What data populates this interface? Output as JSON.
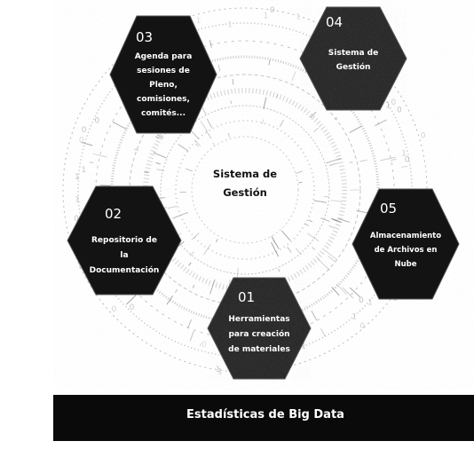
{
  "center": {
    "line1": "Sistema de",
    "line2": "Gestión"
  },
  "nodes": [
    {
      "number": "03",
      "lines": [
        "Agenda para",
        "sesiones de",
        "Pleno,",
        "comisiones,",
        "comités..."
      ],
      "color": "#131313"
    },
    {
      "number": "04",
      "lines": [
        "Sistema de",
        "Gestión"
      ],
      "color": "#2a2a2a"
    },
    {
      "number": "02",
      "lines": [
        "Repositorio de",
        "la",
        "Documentación"
      ],
      "color": "#131313"
    },
    {
      "number": "05",
      "lines": [
        "Almacenamiento",
        "de Archivos en",
        "Nube"
      ],
      "color": "#131313"
    },
    {
      "number": "01",
      "lines": [
        "Herramientas",
        "para creación",
        "de materiales"
      ],
      "color": "#2a2a2a"
    }
  ],
  "banner": {
    "title": "Estadísticas de Big Data"
  },
  "colors": {
    "hexagon_dark": "#131313",
    "hexagon_textured": "#2a2a2a",
    "text_on_dark": "#ffffff"
  }
}
